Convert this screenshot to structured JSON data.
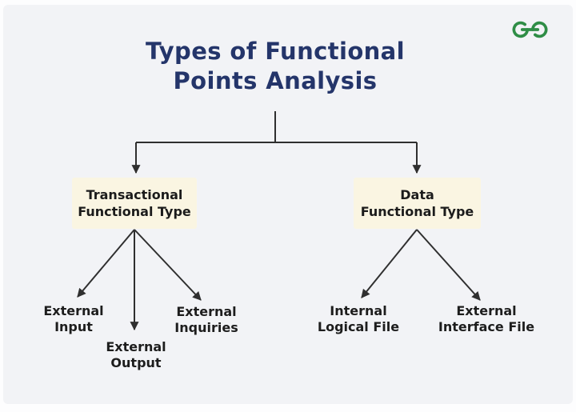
{
  "header": {
    "title_line1": "Types of Functional",
    "title_line2": "Points Analysis"
  },
  "logo": {
    "name": "geeksforgeeks-logo",
    "color": "#2f8d46"
  },
  "colors": {
    "panel_background": "#f2f3f6",
    "node_box_fill": "#faf5e2",
    "title_text": "#24356a",
    "node_text": "#1b1b1b",
    "connector": "#2f2f2f"
  },
  "tree": {
    "root_label": "Types of Functional Points Analysis",
    "branches": [
      {
        "id": "transactional-functional-type",
        "line1": "Transactional",
        "line2": "Functional Type",
        "children": [
          {
            "id": "external-input",
            "line1": "External",
            "line2": "Input"
          },
          {
            "id": "external-output",
            "line1": "External",
            "line2": "Output"
          },
          {
            "id": "external-inquiries",
            "line1": "External",
            "line2": "Inquiries"
          }
        ]
      },
      {
        "id": "data-functional-type",
        "line1": "Data",
        "line2": "Functional Type",
        "children": [
          {
            "id": "internal-logical-file",
            "line1": "Internal",
            "line2": "Logical File"
          },
          {
            "id": "external-interface-file",
            "line1": "External",
            "line2": "Interface File"
          }
        ]
      }
    ]
  }
}
